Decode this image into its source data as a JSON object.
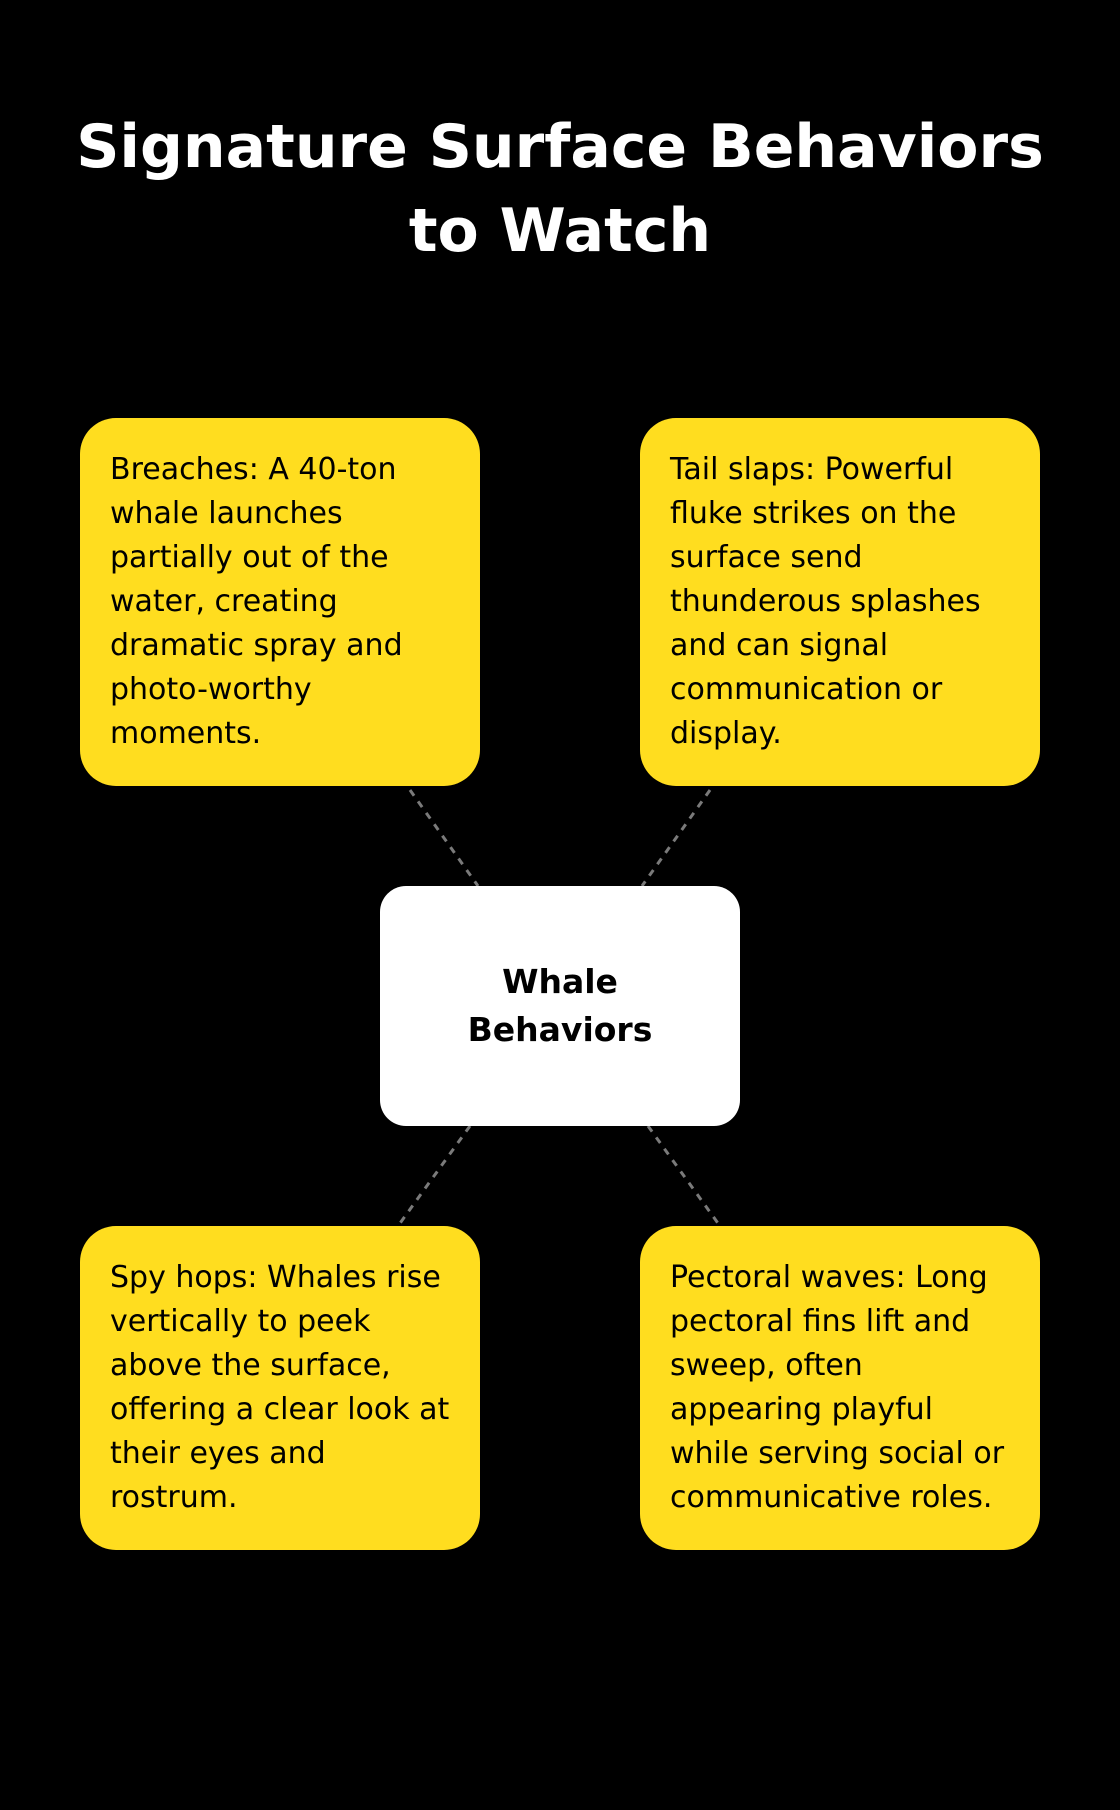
{
  "title": "Signature Surface Behaviors to Watch",
  "center": {
    "label": "Whale Behaviors"
  },
  "nodes": [
    {
      "text": "Breaches: A 40-ton whale launches partially out of the water, creating dramatic spray and photo-worthy moments."
    },
    {
      "text": "Tail slaps: Powerful fluke strikes on the surface send thunderous splashes and can signal communication or display."
    },
    {
      "text": "Spy hops: Whales rise vertically to peek above the surface, offering a clear look at their eyes and rostrum."
    },
    {
      "text": "Pectoral waves: Long pectoral fins lift and sweep, often appearing playful while serving social or communicative roles."
    }
  ],
  "colors": {
    "background": "#000000",
    "node_fill": "#FFDD1F",
    "center_fill": "#FFFFFF",
    "title_text": "#FFFFFF",
    "connector": "#7A7A7A"
  }
}
